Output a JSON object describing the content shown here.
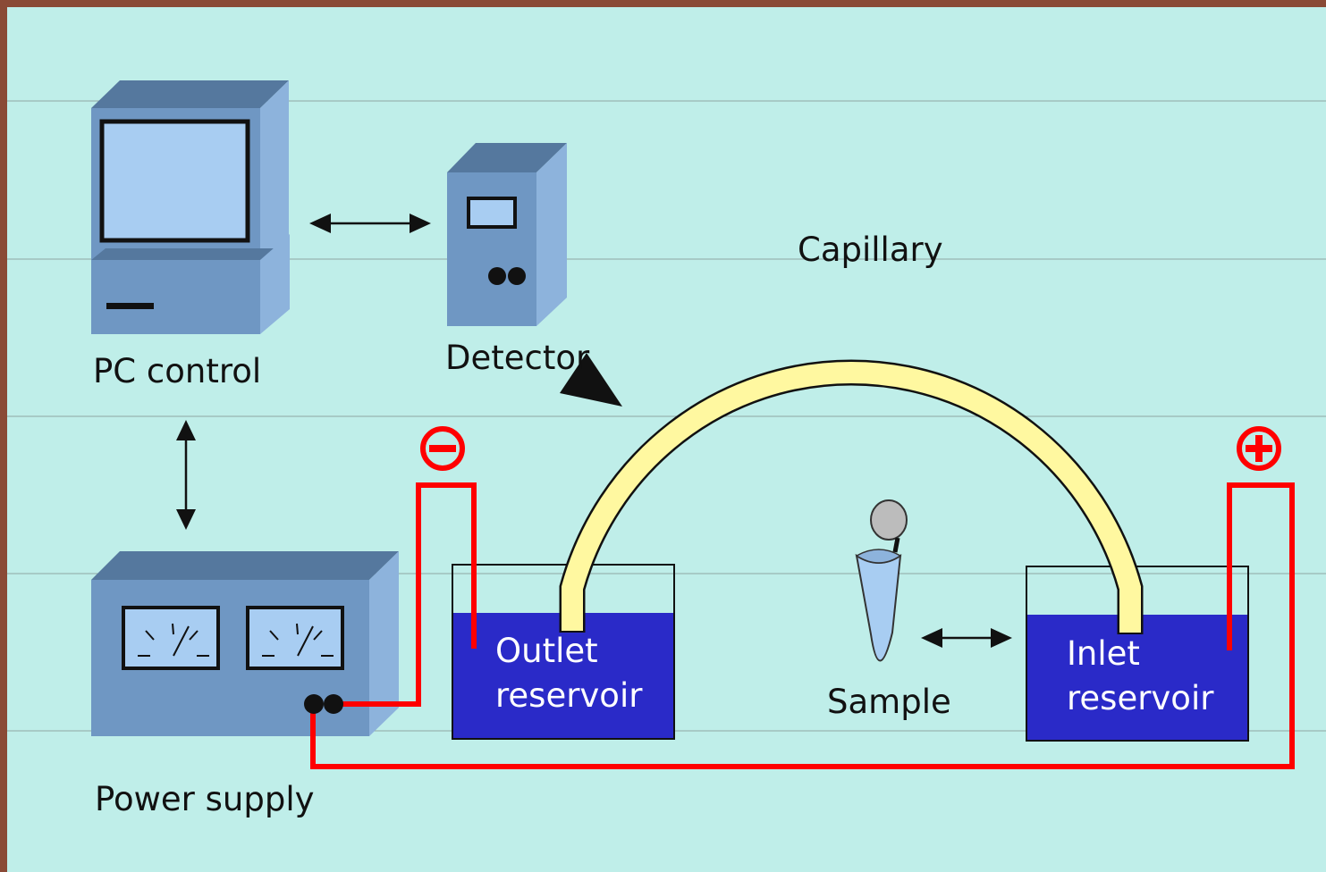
{
  "labels": {
    "pc_control": "PC control",
    "detector": "Detector",
    "capillary": "Capillary",
    "power_supply": "Power supply",
    "outlet_line1": "Outlet",
    "outlet_line2": "reservoir",
    "inlet_line1": "Inlet",
    "inlet_line2": "reservoir",
    "sample": "Sample"
  },
  "colors": {
    "background": "#bfeee9",
    "frame": "#8a4a36",
    "device_front": "#6f97c3",
    "device_top": "#55789e",
    "device_side": "#8db3dc",
    "screen": "#a8cdf2",
    "reservoir_fluid": "#2a2ac8",
    "capillary": "#fff8a0",
    "wire": "#ff0000"
  },
  "icons": {
    "negative_terminal": "minus-circle-icon",
    "positive_terminal": "plus-circle-icon",
    "sample_vial": "sample-vial-icon"
  }
}
